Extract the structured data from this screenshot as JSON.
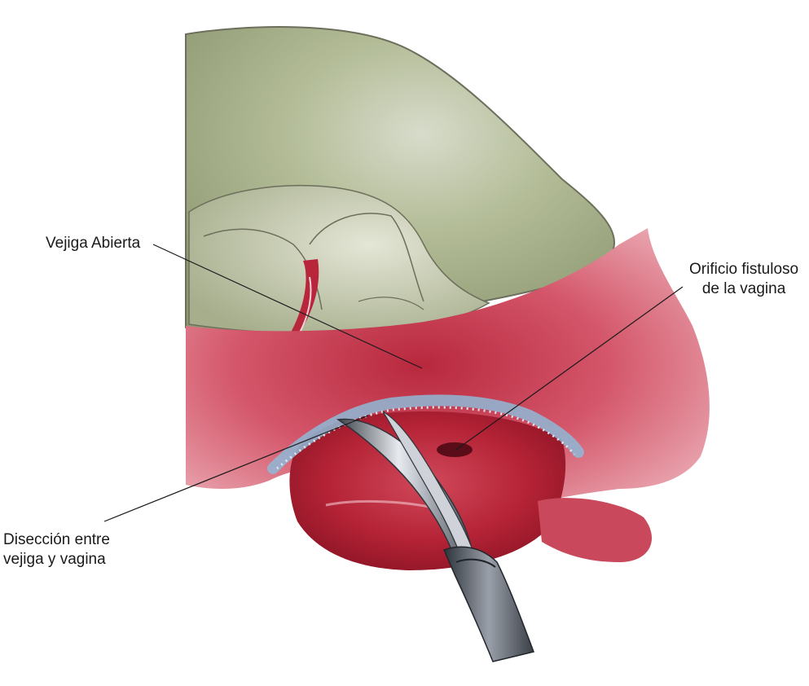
{
  "labels": {
    "vejiga_abierta": "Vejiga Abierta",
    "orificio_line1": "Orificio fistuloso",
    "orificio_line2": "de la vagina",
    "diseccion_line1": "Disección entre",
    "diseccion_line2": "vejiga y vagina"
  },
  "colors": {
    "bladder_green": "#a9b38f",
    "tissue_red": "#c8384d",
    "tissue_pink": "#d96578",
    "fascia_blue": "#8fb8d6",
    "instrument_gray": "#5c626c"
  }
}
